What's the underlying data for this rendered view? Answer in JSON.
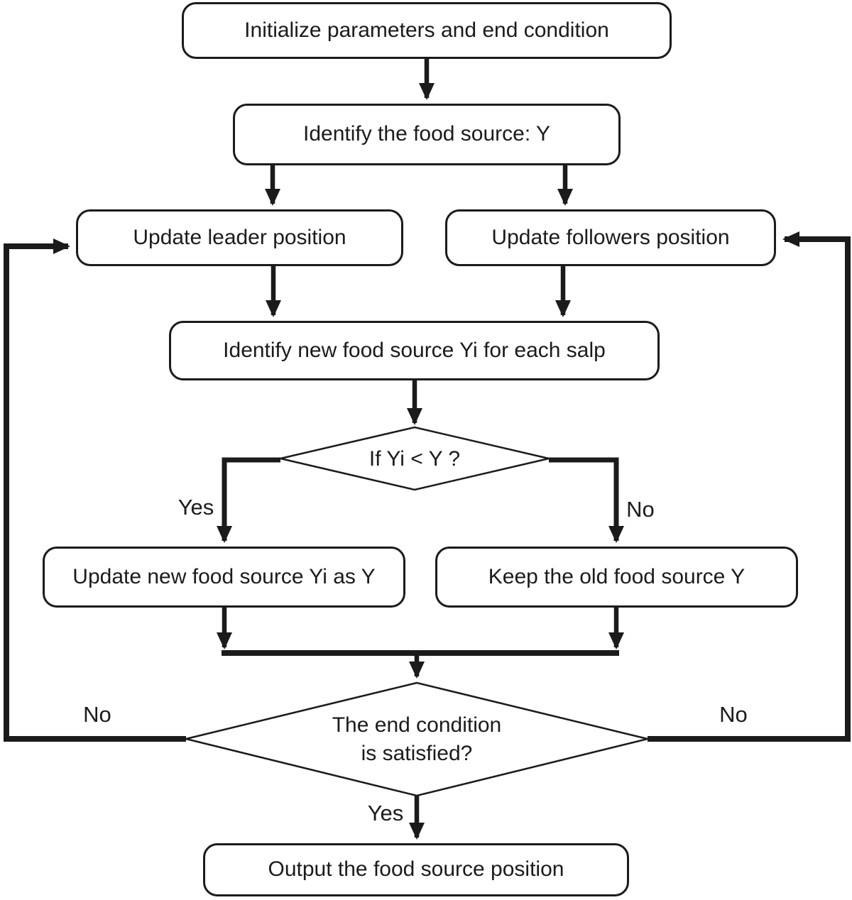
{
  "flowchart": {
    "colors": {
      "stroke": "#1b1b1b",
      "node_fill": "#ffffff",
      "background": "#ffffff"
    },
    "nodes": {
      "init": "Initialize parameters and end condition",
      "identify_food": "Identify the food source: Y",
      "update_leader": "Update leader position",
      "update_followers": "Update followers position",
      "identify_new_food": "Identify new food source Yi for each salp",
      "decision_compare": "If Yi < Y ?",
      "update_new_food": "Update new food source Yi as Y",
      "keep_old_food": "Keep the old food source Y",
      "decision_end_line1": "The end condition",
      "decision_end_line2": "is satisfied?",
      "output": "Output the food source position"
    },
    "edge_labels": {
      "compare_yes": "Yes",
      "compare_no": "No",
      "end_no_left": "No",
      "end_no_right": "No",
      "end_yes": "Yes"
    }
  }
}
